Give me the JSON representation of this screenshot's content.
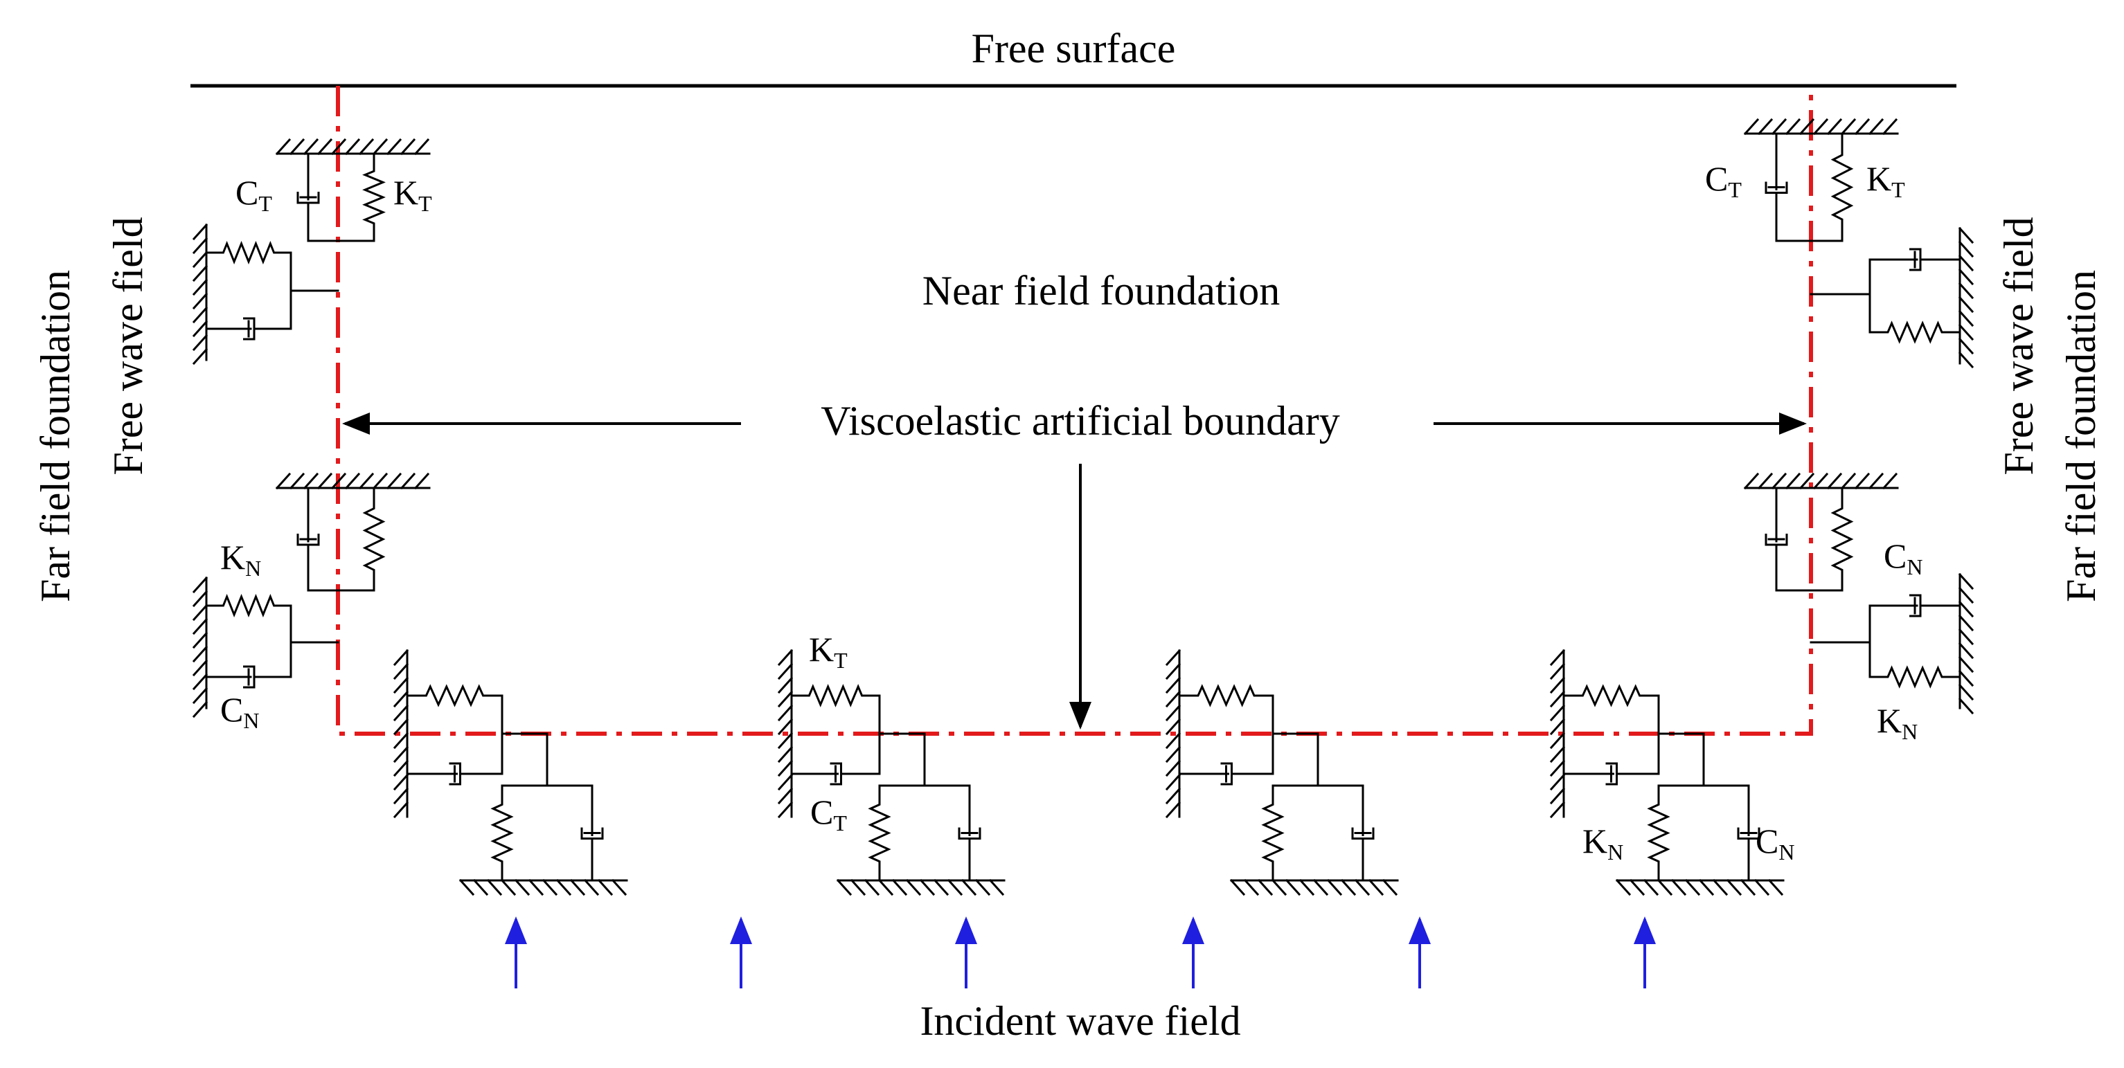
{
  "labels": {
    "free_surface": "Free surface",
    "near_field": "Near field foundation",
    "boundary": "Viscoelastic artificial boundary",
    "incident": "Incident wave field",
    "left_outer": "Far field foundation",
    "left_inner": "Free wave field",
    "right_inner": "Free wave field",
    "right_outer": "Far field foundation"
  },
  "symbols": {
    "C": "C",
    "K": "K",
    "T": "T",
    "N": "N"
  },
  "colors": {
    "line": "#000000",
    "boundary": "#e31a1c",
    "incident_arrow": "#1f1fe0"
  }
}
